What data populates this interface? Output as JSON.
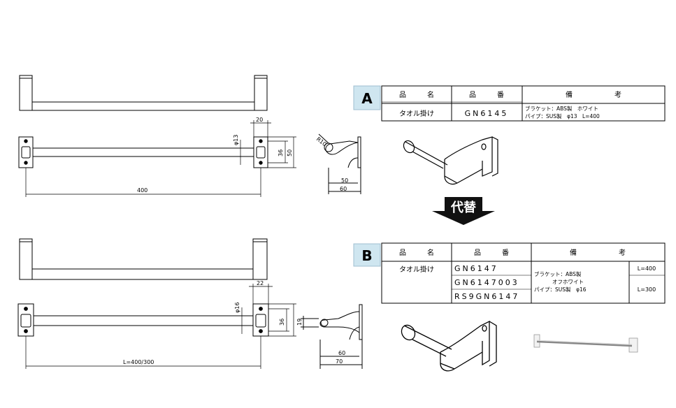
{
  "variant_a": {
    "label": "A",
    "header": {
      "name": "品　　　名",
      "number": "品　　　番",
      "remarks": "備　　　　　　考"
    },
    "name": "タオル掛け",
    "number": "GN6145",
    "remarks_line1": "ブラケット：ABS製　ホワイト",
    "remarks_line2": "パイプ：SUS製　φ13　L=400",
    "dims": {
      "d_pipe": "φ13",
      "w20": "20",
      "h36": "36",
      "h50": "50",
      "length": "400",
      "r10": "R10",
      "side50": "50",
      "side60": "60"
    }
  },
  "replace_label": "代替",
  "variant_b": {
    "label": "B",
    "header": {
      "name": "品　　　名",
      "number": "品　　　番",
      "remarks": "備　　　　　　考"
    },
    "name": "タオル掛け",
    "numbers": [
      "GN6147",
      "GN6147003",
      "RS9GN6147"
    ],
    "remarks_line1": "ブラケット：ABS製",
    "remarks_line2": "オフホワイト",
    "remarks_line3": "パイプ：SUS製　φ16",
    "length_400": "L=400",
    "length_300": "L=300",
    "dims": {
      "d_pipe": "φ16",
      "w22": "22",
      "h36": "36",
      "length": "L=400/300",
      "h19": "19",
      "side60": "60",
      "side70": "70"
    }
  },
  "colors": {
    "line": "#000000",
    "label_bg": "#cfe6f0",
    "arrow": "#111111",
    "photo_body": "#f2f2f2"
  }
}
